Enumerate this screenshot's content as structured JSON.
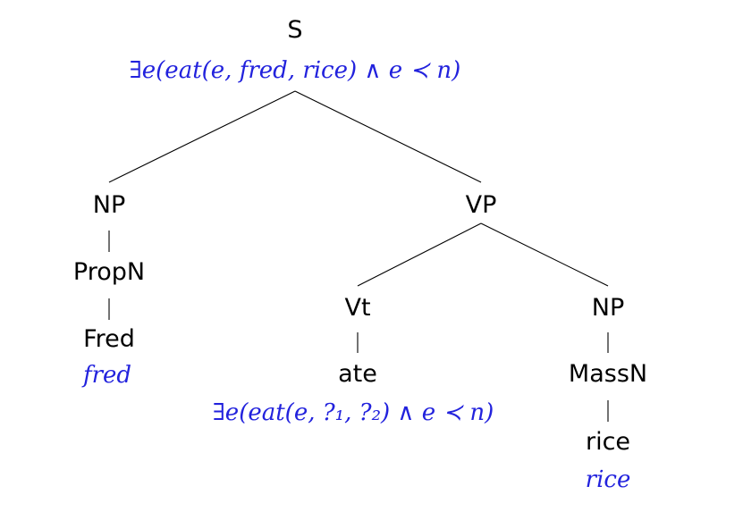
{
  "colors": {
    "node_text": "#000000",
    "semantics": "#2222dd",
    "edges": "#000000"
  },
  "tree": {
    "s": {
      "label": "S",
      "semantics": "∃e(eat(e, fred, rice) ∧ e ≺ n)"
    },
    "np_subject": {
      "label": "NP"
    },
    "propn": {
      "label": "PropN"
    },
    "fred": {
      "label": "Fred",
      "semantics": "fred"
    },
    "vp": {
      "label": "VP"
    },
    "vt": {
      "label": "Vt"
    },
    "ate": {
      "label": "ate",
      "semantics": "∃e(eat(e, ?₁, ?₂) ∧ e ≺ n)"
    },
    "np_object": {
      "label": "NP"
    },
    "massn": {
      "label": "MassN"
    },
    "rice": {
      "label": "rice",
      "semantics": "rice"
    }
  }
}
